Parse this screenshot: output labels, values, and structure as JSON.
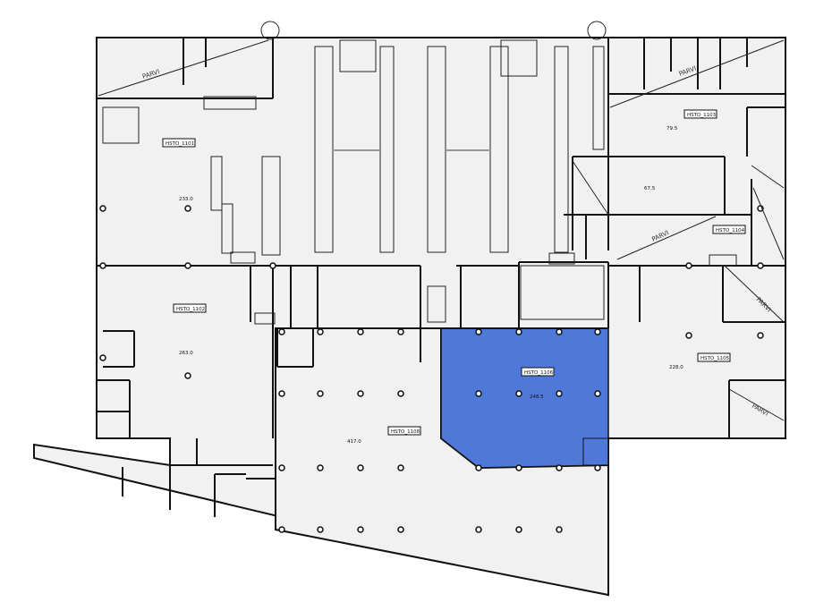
{
  "plan": {
    "highlight_color": "#4f79d9",
    "rooms": [
      {
        "id": "HSTO_1101",
        "area": "233.0"
      },
      {
        "id": "HSTO_1102",
        "area": "263.0"
      },
      {
        "id": "HSTO_1103",
        "area": "79.5"
      },
      {
        "id": "HSTO_1104",
        "area": "67.5"
      },
      {
        "id": "HSTO_1105",
        "area": "228.0"
      },
      {
        "id": "HSTO_1106",
        "area": "248.5"
      },
      {
        "id": "HSTO_1108",
        "area": "417.0"
      }
    ],
    "stair_label": "PARVI"
  }
}
